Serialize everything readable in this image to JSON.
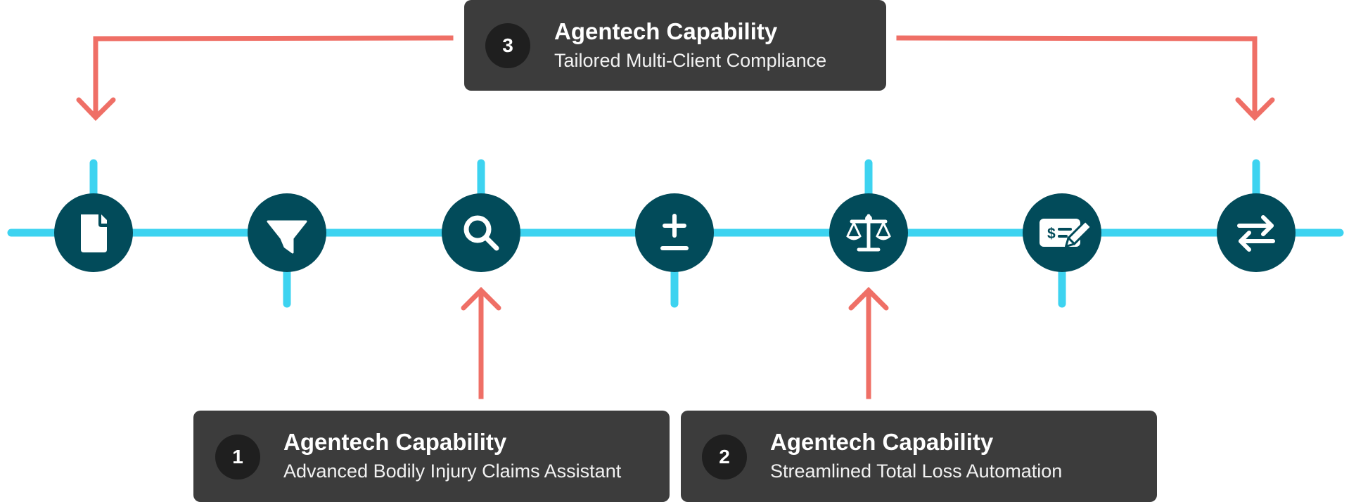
{
  "colors": {
    "timeline": "#3dd3f0",
    "node": "#024b5a",
    "icon": "#ffffff",
    "arrow": "#ef6f66",
    "box": "#3c3c3c",
    "badge": "#1f1f1f"
  },
  "nodes": [
    {
      "icon": "file-icon"
    },
    {
      "icon": "funnel-icon"
    },
    {
      "icon": "search-icon"
    },
    {
      "icon": "plus-minus-icon"
    },
    {
      "icon": "scales-icon"
    },
    {
      "icon": "check-payment-icon"
    },
    {
      "icon": "exchange-arrows-icon"
    }
  ],
  "capabilities": [
    {
      "number": "3",
      "title": "Agentech Capability",
      "subtitle": "Tailored Multi-Client Compliance"
    },
    {
      "number": "1",
      "title": "Agentech Capability",
      "subtitle": "Advanced Bodily Injury Claims Assistant"
    },
    {
      "number": "2",
      "title": "Agentech Capability",
      "subtitle": "Streamlined Total Loss Automation"
    }
  ]
}
